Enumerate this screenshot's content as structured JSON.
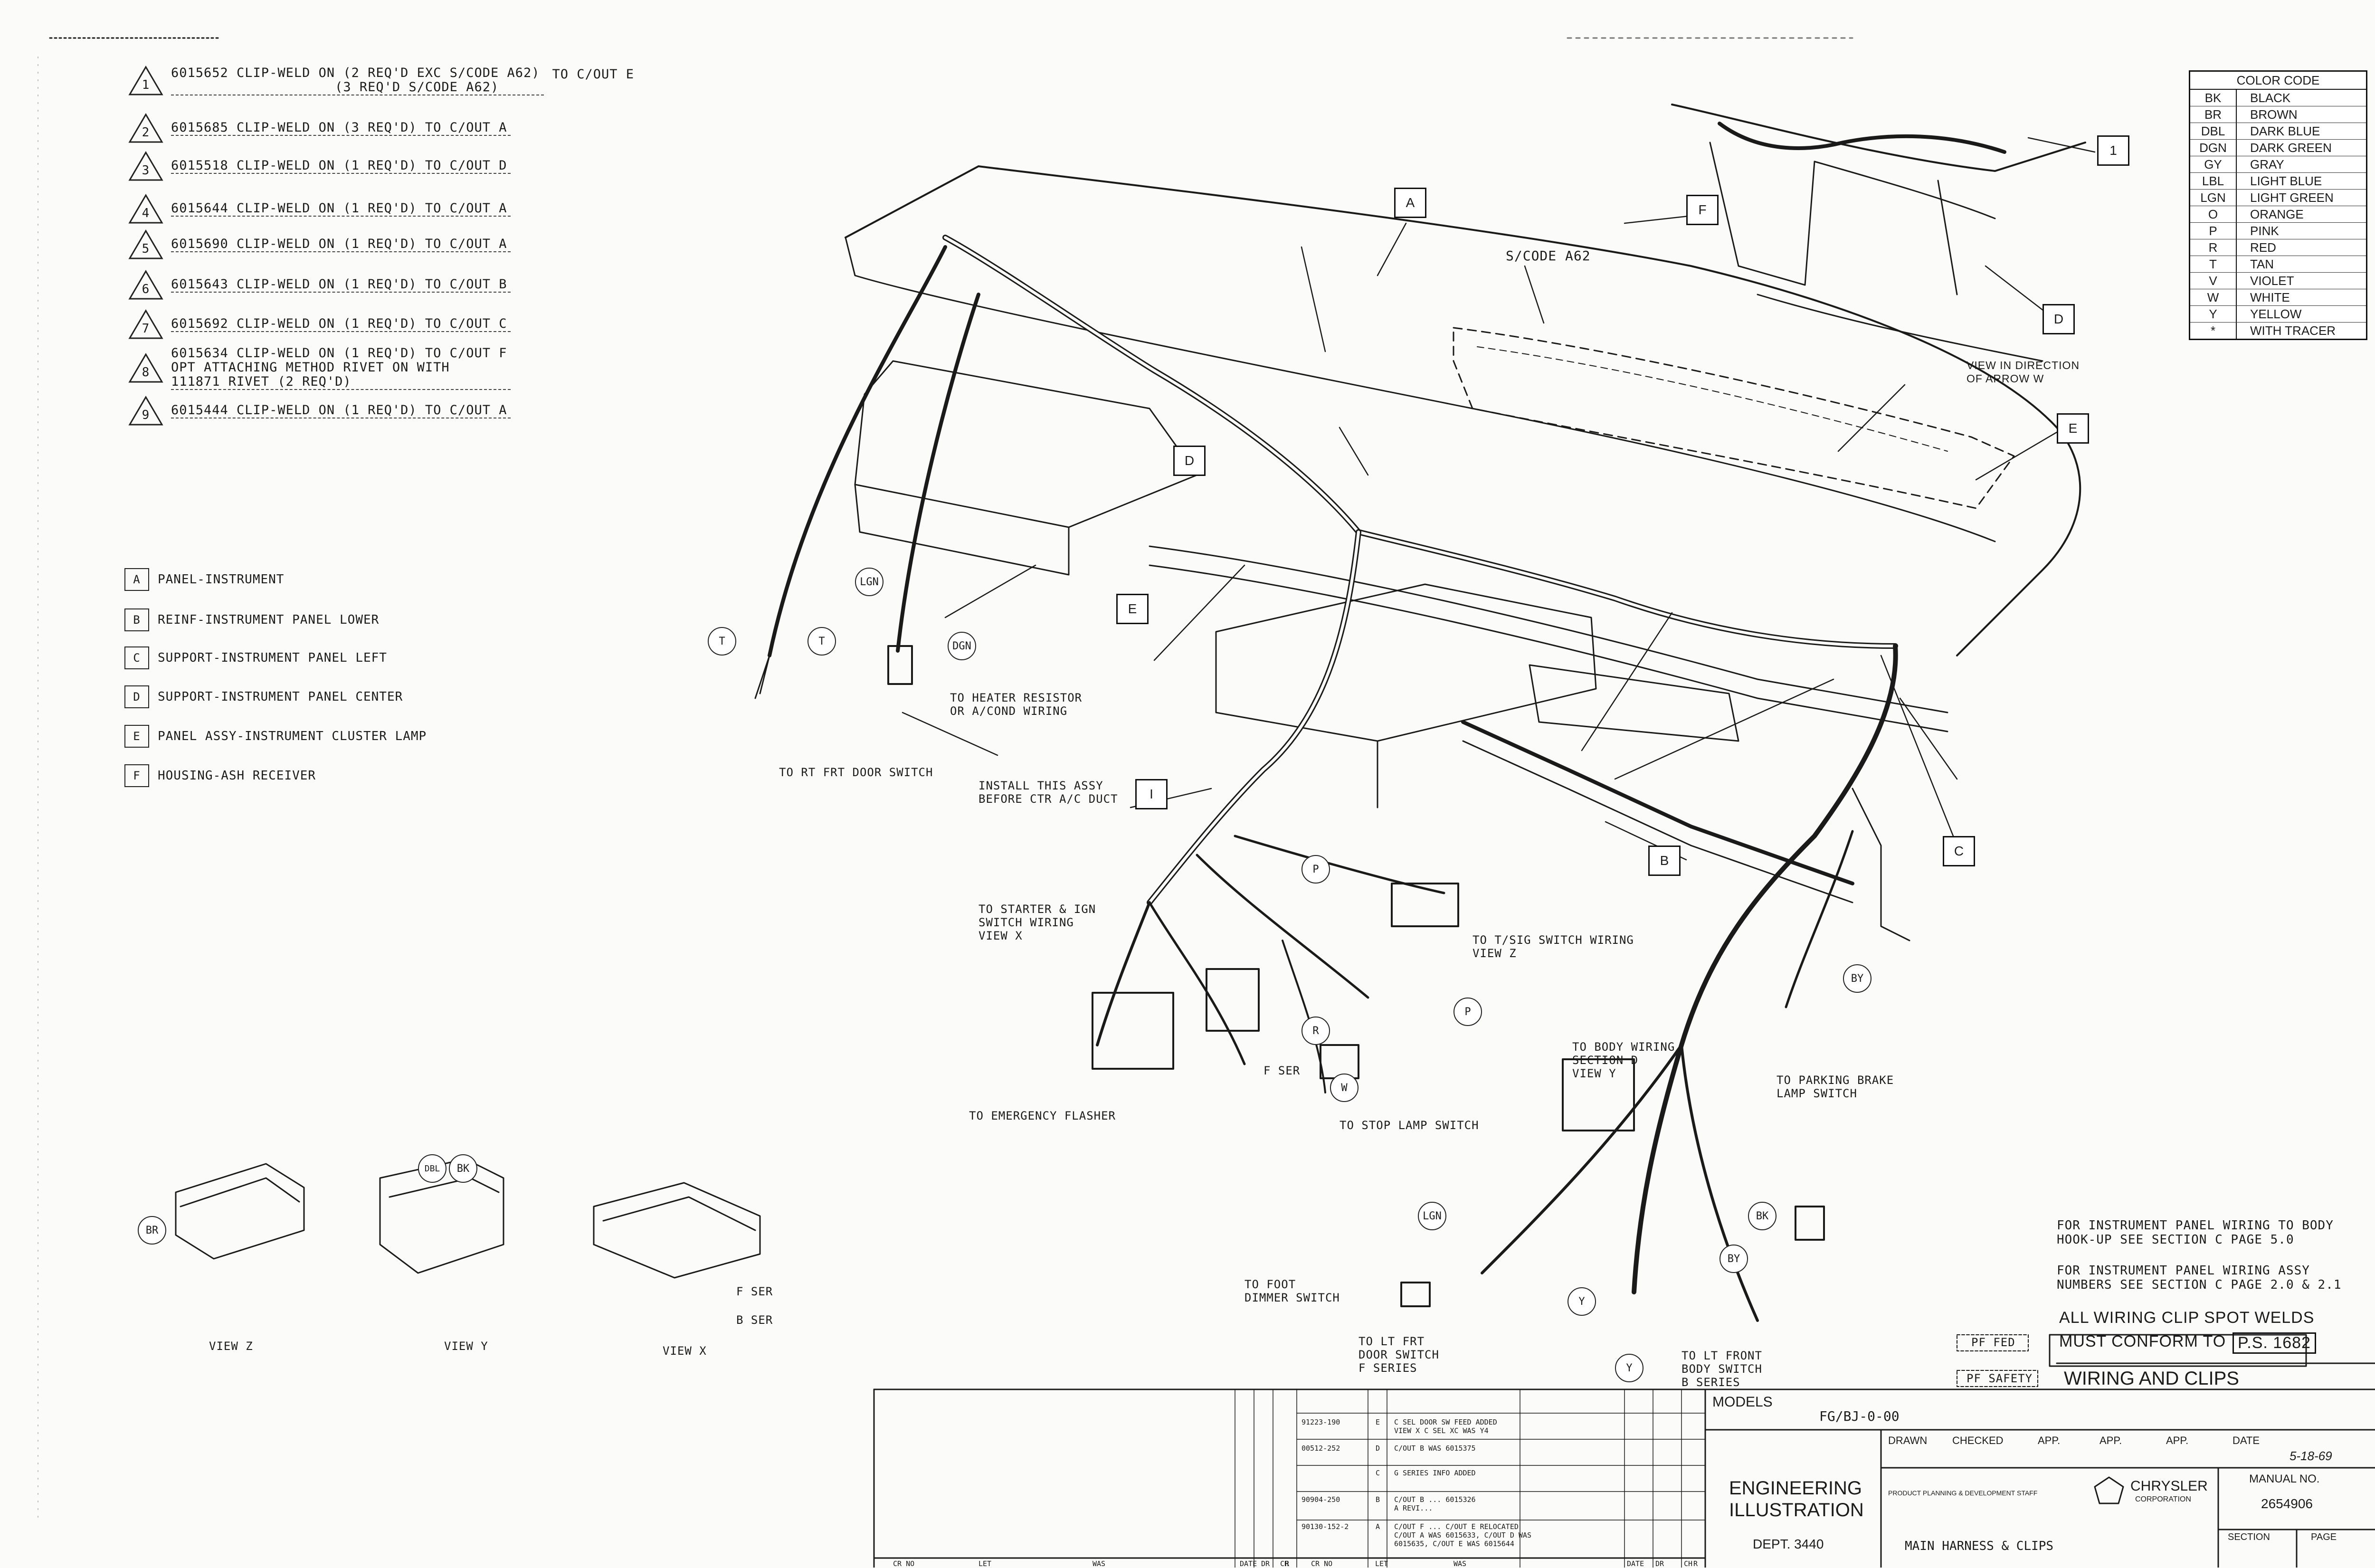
{
  "clip_notes": [
    {
      "num": "1",
      "text": "6015652 CLIP-WELD ON (2 REQ'D EXC S/CODE A62)\n                    (3 REQ'D S/CODE A62)",
      "suffix": "TO C/OUT E"
    },
    {
      "num": "2",
      "text": "6015685 CLIP-WELD ON (3 REQ'D) TO C/OUT A"
    },
    {
      "num": "3",
      "text": "6015518 CLIP-WELD ON (1 REQ'D) TO C/OUT D"
    },
    {
      "num": "4",
      "text": "6015644 CLIP-WELD ON (1 REQ'D) TO C/OUT A"
    },
    {
      "num": "5",
      "text": "6015690 CLIP-WELD ON (1 REQ'D) TO C/OUT A"
    },
    {
      "num": "6",
      "text": "6015643 CLIP-WELD ON (1 REQ'D) TO C/OUT B"
    },
    {
      "num": "7",
      "text": "6015692 CLIP-WELD ON (1 REQ'D) TO C/OUT C"
    },
    {
      "num": "8",
      "text": "6015634 CLIP-WELD ON (1 REQ'D) TO C/OUT F\nOPT ATTACHING METHOD RIVET ON WITH\n111871 RIVET (2 REQ'D)"
    },
    {
      "num": "9",
      "text": "6015444 CLIP-WELD ON (1 REQ'D) TO C/OUT A"
    }
  ],
  "part_legend": [
    {
      "letter": "A",
      "text": "PANEL-INSTRUMENT"
    },
    {
      "letter": "B",
      "text": "REINF-INSTRUMENT PANEL LOWER"
    },
    {
      "letter": "C",
      "text": "SUPPORT-INSTRUMENT PANEL LEFT"
    },
    {
      "letter": "D",
      "text": "SUPPORT-INSTRUMENT PANEL CENTER"
    },
    {
      "letter": "E",
      "text": "PANEL ASSY-INSTRUMENT CLUSTER LAMP"
    },
    {
      "letter": "F",
      "text": "HOUSING-ASH RECEIVER"
    }
  ],
  "color_code": {
    "title": "COLOR CODE",
    "rows": [
      {
        "code": "BK",
        "name": "BLACK"
      },
      {
        "code": "BR",
        "name": "BROWN"
      },
      {
        "code": "DBL",
        "name": "DARK BLUE"
      },
      {
        "code": "DGN",
        "name": "DARK GREEN"
      },
      {
        "code": "GY",
        "name": "GRAY"
      },
      {
        "code": "LBL",
        "name": "LIGHT BLUE"
      },
      {
        "code": "LGN",
        "name": "LIGHT GREEN"
      },
      {
        "code": "O",
        "name": "ORANGE"
      },
      {
        "code": "P",
        "name": "PINK"
      },
      {
        "code": "R",
        "name": "RED"
      },
      {
        "code": "T",
        "name": "TAN"
      },
      {
        "code": "V",
        "name": "VIOLET"
      },
      {
        "code": "W",
        "name": "WHITE"
      },
      {
        "code": "Y",
        "name": "YELLOW"
      },
      {
        "code": "*",
        "name": "WITH TRACER"
      }
    ]
  },
  "callouts": {
    "scode": "S/CODE A62",
    "view_arrow": "VIEW IN DIRECTION\nOF ARROW W",
    "heater": "TO HEATER RESISTOR\nOR A/COND WIRING",
    "rt_frt_door": "TO RT FRT DOOR SWITCH",
    "install": "INSTALL THIS ASSY\nBEFORE CTR A/C DUCT",
    "starter": "TO STARTER & IGN\nSWITCH WIRING\nVIEW X",
    "tsig": "TO T/SIG SWITCH WIRING\nVIEW Z",
    "f_ser": "F SER",
    "flasher": "TO EMERGENCY FLASHER",
    "stop_lamp": "TO STOP LAMP SWITCH",
    "body_wiring": "TO BODY WIRING\nSECTION D\nVIEW Y",
    "parking": "TO PARKING BRAKE\nLAMP SWITCH",
    "dimmer": "TO FOOT\nDIMMER SWITCH",
    "lt_frt_door": "TO LT FRT\nDOOR SWITCH\nF SERIES",
    "lt_front_body": "TO LT FRONT\nBODY SWITCH\nB SERIES",
    "wire_lgn": "LGN",
    "wire_dgn": "DGN",
    "wire_dbl": "DBL",
    "wire_bk": "BK",
    "wire_by": "BY",
    "wire_y": "Y",
    "wire_r": "R",
    "wire_p": "P",
    "wire_t": "T",
    "wire_br": "BR",
    "wire_w": "W"
  },
  "views": {
    "z": "VIEW Z",
    "y": "VIEW Y",
    "x": "VIEW X",
    "x_f_ser": "F SER",
    "x_b_ser": "B SER"
  },
  "notes": {
    "n1": "FOR INSTRUMENT PANEL WIRING TO BODY\nHOOK-UP SEE SECTION C PAGE 5.0",
    "n2": "FOR INSTRUMENT PANEL WIRING ASSY\nNUMBERS SEE SECTION C PAGE 2.0 & 2.1",
    "spot_welds": "ALL WIRING CLIP SPOT WELDS",
    "conform": "MUST CONFORM TO",
    "ps": "P.S. 1682",
    "pf_fed": "PF FED",
    "pf_safety": "PF SAFETY"
  },
  "title_block": {
    "title": "WIRING AND CLIPS",
    "models_label": "MODELS",
    "models": "FG/BJ-0-00",
    "drawn_label": "DRAWN",
    "checked_label": "CHECKED",
    "app_label": "APP.",
    "date_label": "DATE",
    "date": "5-18-69",
    "dept_title": "ENGINEERING\nILLUSTRATION",
    "dept": "DEPT. 3440",
    "staff": "PRODUCT PLANNING & DEVELOPMENT STAFF",
    "company": "CHRYSLER",
    "corp": "CORPORATION",
    "manual_label": "MANUAL NO.",
    "manual_no": "2654906",
    "desc": "MAIN HARNESS & CLIPS",
    "section_label": "SECTION",
    "page_label": "PAGE"
  },
  "revisions": [
    {
      "no": "91223-190",
      "ltr": "E",
      "desc": "C SEL DOOR SW FEED ADDED\nVIEW X C SEL XC WAS Y4"
    },
    {
      "no": "00512-252",
      "ltr": "D",
      "desc": "C/OUT B WAS 6015375"
    },
    {
      "no": "",
      "ltr": "C",
      "desc": "G SERIES INFO ADDED"
    },
    {
      "no": "90904-250",
      "ltr": "B",
      "desc": "C/OUT B ... 6015326\nA REVI..."
    },
    {
      "no": "90130-152-2",
      "ltr": "A",
      "desc": "C/OUT F ... C/OUT E RELOCATED\nC/OUT A WAS 6015633, C/OUT D WAS\n6015635, C/OUT E WAS 6015644"
    }
  ],
  "rev_footer": [
    "CR NO",
    "LET",
    "WAS",
    "DATE",
    "DR",
    "CH",
    "R",
    "CR NO",
    "LET",
    "WAS",
    "DATE",
    "DR",
    "CH",
    "R"
  ]
}
